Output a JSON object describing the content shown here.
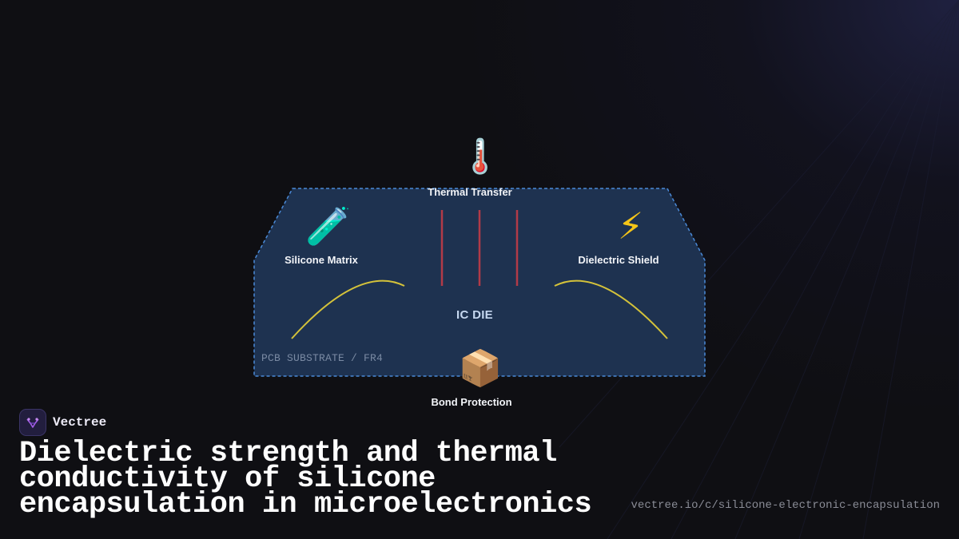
{
  "diagram": {
    "chip_label": "IC DIE",
    "substrate_label": "PCB SUBSTRATE / FR4",
    "nodes": {
      "thermal": {
        "label": "Thermal Transfer",
        "icon": "thermometer-icon",
        "glyph": "🌡️"
      },
      "silicone": {
        "label": "Silicone Matrix",
        "icon": "test-tube-icon",
        "glyph": "🧪"
      },
      "dielectric": {
        "label": "Dielectric Shield",
        "icon": "lightning-icon",
        "glyph": "⚡"
      },
      "bond": {
        "label": "Bond Protection",
        "icon": "package-icon",
        "glyph": "📦"
      }
    },
    "colors": {
      "encapsulant_fill": "#1e3250",
      "encapsulant_border": "#4a8ad8",
      "heat_lines": "#b23a48",
      "bond_wires": "#d4c23a"
    }
  },
  "brand": {
    "name": "Vectree",
    "logo_icon": "vectree-logo-icon"
  },
  "headline": "Dielectric strength and thermal conductivity of silicone encapsulation in microelectronics",
  "url": "vectree.io/c/silicone-electronic-encapsulation"
}
